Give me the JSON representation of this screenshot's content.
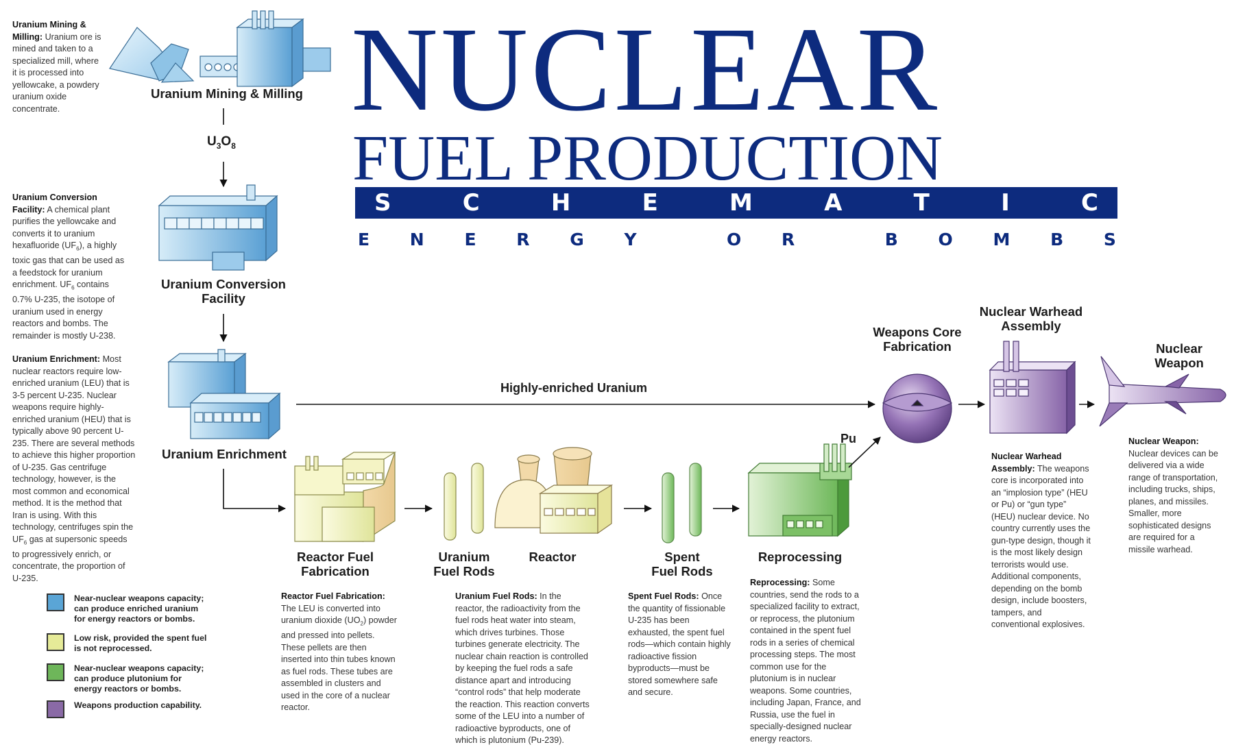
{
  "title": {
    "line1": "NUCLEAR",
    "line2": "FUEL PRODUCTION",
    "banner_letters": [
      "S",
      "C",
      "H",
      "E",
      "M",
      "A",
      "T",
      "I",
      "C"
    ],
    "sub_words": [
      [
        "E",
        "N",
        "E",
        "R",
        "G",
        "Y"
      ],
      [
        "O",
        "R"
      ],
      [
        "B",
        "O",
        "M",
        "B",
        "S"
      ]
    ]
  },
  "nodes": {
    "mining": "Uranium Mining & Milling",
    "conversion": [
      "Uranium Conversion",
      "Facility"
    ],
    "enrichment": "Uranium Enrichment",
    "fabrication": [
      "Reactor Fuel",
      "Fabrication"
    ],
    "fuel_rods": [
      "Uranium",
      "Fuel Rods"
    ],
    "reactor": "Reactor",
    "spent_rods": [
      "Spent",
      "Fuel Rods"
    ],
    "reprocessing": "Reprocessing",
    "core": [
      "Weapons Core",
      "Fabrication"
    ],
    "warhead": [
      "Nuclear Warhead",
      "Assembly"
    ],
    "weapon": [
      "Nuclear",
      "Weapon"
    ]
  },
  "edges": {
    "u3o8_main": "U",
    "u3o8_sub1": "3",
    "u3o8_o": "O",
    "u3o8_sub2": "8",
    "heu": "Highly-enriched Uranium",
    "pu": "Pu"
  },
  "descriptions": {
    "mining": {
      "title": "Uranium Mining & Milling:",
      "body": "Uranium ore is mined and taken to a specialized mill, where it is processed into yellowcake, a powdery uranium oxide concentrate."
    },
    "conversion": {
      "title": "Uranium Conversion Facility:",
      "body1": "A chemical plant purifies the yellowcake and converts it to uranium hexafluoride (UF",
      "sub1": "6",
      "body2": "), a highly toxic gas that can be used as a feedstock for uranium enrichment. UF",
      "sub2": "6",
      "body3": " contains 0.7% U-235, the isotope of uranium used in energy reactors and bombs. The remainder is mostly U-238."
    },
    "enrichment": {
      "title": "Uranium Enrichment:",
      "body1": "Most nuclear reactors require low-enriched uranium (LEU) that is 3-5 percent U-235. Nuclear weapons require highly-enriched uranium (HEU) that is typically above 90 percent U-235. There are several methods to achieve this higher proportion of U-235. Gas centrifuge technology, however, is the most common and economical method. It is the method that Iran is using. With this technology, centrifuges spin the UF",
      "sub": "6",
      "body2": " gas at supersonic speeds to progressively enrich, or concentrate, the proportion of U-235."
    },
    "fabrication": {
      "title": "Reactor Fuel Fabrication:",
      "body1": "The LEU is converted into uranium dioxide (UO",
      "sub": "2",
      "body2": ") powder and pressed into pellets. These pellets are then inserted into thin tubes known as fuel rods. These tubes are assembled in clusters and used in the core of a nuclear reactor."
    },
    "fuel_rods": {
      "title": "Uranium Fuel Rods:",
      "body": "In the reactor, the radioactivity from the fuel rods heat water into steam, which drives turbines. Those turbines generate electricity. The nuclear chain reaction is controlled by keeping the fuel rods a safe distance apart and introducing “control rods” that help moderate the reaction. This reaction converts some of the LEU into a number of radioactive byproducts, one of which is plutonium (Pu-239)."
    },
    "spent_rods": {
      "title": "Spent Fuel Rods:",
      "body": "Once the quantity of fissionable U-235 has been exhausted, the spent fuel rods—which contain highly radioactive fission byproducts—must be stored somewhere safe and secure."
    },
    "reprocessing": {
      "title": "Reprocessing:",
      "body": "Some countries, send the rods to a specialized facility to extract, or reprocess, the plutonium contained in the spent fuel rods in a series of chemical processing steps. The most common use for the plutonium is in nuclear weapons. Some countries, including Japan, France, and Russia, use the fuel in specially-designed nuclear energy reactors."
    },
    "warhead": {
      "title": "Nuclear Warhead Assembly:",
      "body": "The weapons core is incorporated into an “implosion type” (HEU or Pu) or “gun type” (HEU) nuclear device. No country currently uses the gun-type design, though it is the most likely design terrorists would use. Additional components, depending on the bomb design, include boosters, tampers, and conventional explosives."
    },
    "weapon": {
      "title": "Nuclear Weapon:",
      "body": "Nuclear devices can be delivered via a wide range of transportation, including trucks, ships, planes, and missiles. Smaller, more sophisticated designs are required for a missile warhead."
    }
  },
  "legend": [
    {
      "color": "#5aa5d6",
      "text": "Near-nuclear weapons capacity; can produce enriched uranium for energy reactors or bombs."
    },
    {
      "color": "#e6eb98",
      "text": "Low risk, provided the spent fuel is not reprocessed."
    },
    {
      "color": "#6eb65a",
      "text": "Near-nuclear weapons capacity; can produce plutonium for energy reactors or bombs."
    },
    {
      "color": "#8a6aa6",
      "text": "Weapons production capability."
    }
  ],
  "colors": {
    "title_blue": "#0d2b7e",
    "blue_stage": "#7fb9e2",
    "yellow_stage": "#eef0b0",
    "green_stage": "#8fca78",
    "purple_stage": "#9a7cb8"
  }
}
